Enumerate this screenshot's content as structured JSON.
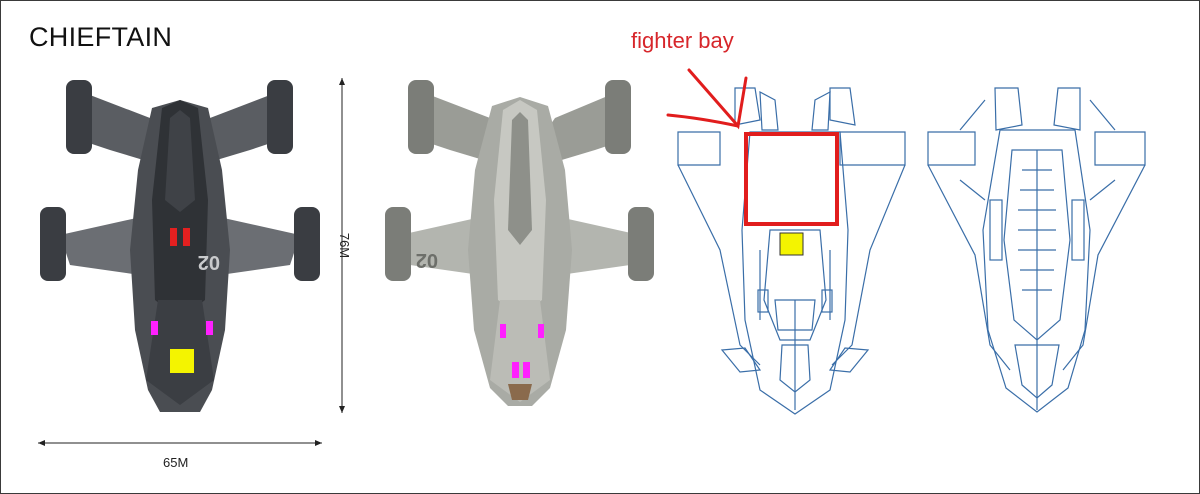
{
  "title": "CHIEFTAIN",
  "dimensions": {
    "width_label": "65M",
    "length_label": "76M"
  },
  "callout": {
    "text": "fighter bay",
    "color": "#d7262b"
  },
  "hull_number": "02",
  "colors": {
    "dark_hull": "#4a4d52",
    "light_hull": "#a9aba5",
    "blueprint_line": "#3a6ea8",
    "marker_red": "#e32020",
    "marker_magenta": "#ff20ff",
    "marker_yellow": "#f4f400"
  }
}
